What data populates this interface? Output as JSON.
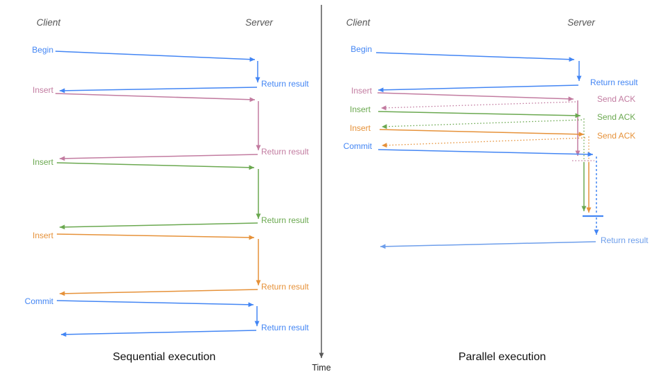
{
  "diagram": {
    "time_axis_label": "Time",
    "colors": {
      "blue": "#4285f4",
      "light_blue": "#6d9eeb",
      "pink": "#c27ba0",
      "green": "#6aa84f",
      "orange": "#e69138",
      "axis_gray": "#595959",
      "header_gray": "#555555",
      "caption_black": "#111111"
    },
    "left_panel": {
      "title": "Sequential execution",
      "client_header": "Client",
      "server_header": "Server",
      "messages": [
        {
          "label": "Begin",
          "color": "blue",
          "response": "Return result"
        },
        {
          "label": "Insert",
          "color": "pink",
          "response": "Return result"
        },
        {
          "label": "Insert",
          "color": "green",
          "response": "Return result"
        },
        {
          "label": "Insert",
          "color": "orange",
          "response": "Return result"
        },
        {
          "label": "Commit",
          "color": "blue",
          "response": "Return result"
        }
      ]
    },
    "right_panel": {
      "title": "Parallel execution",
      "client_header": "Client",
      "server_header": "Server",
      "messages": [
        {
          "label": "Begin",
          "color": "blue",
          "response": "Return result"
        },
        {
          "label": "Insert",
          "color": "pink",
          "response": "Send ACK"
        },
        {
          "label": "Insert",
          "color": "green",
          "response": "Send ACK"
        },
        {
          "label": "Insert",
          "color": "orange",
          "response": "Send ACK"
        },
        {
          "label": "Commit",
          "color": "blue",
          "response": "Return result"
        }
      ]
    }
  }
}
